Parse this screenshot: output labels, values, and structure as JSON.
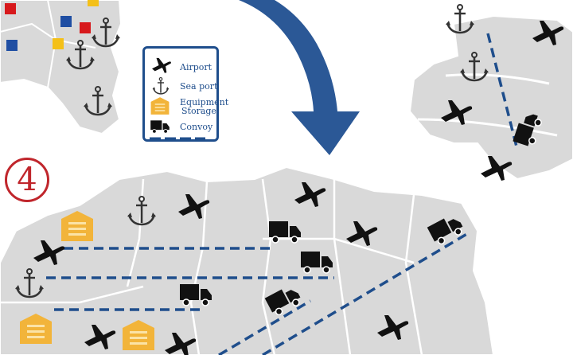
{
  "legend": {
    "items": [
      {
        "label": "Airport",
        "icon": "airplane-icon"
      },
      {
        "label": "Sea port",
        "icon": "anchor-icon"
      },
      {
        "label_line1": "Equipment",
        "label_line2": "Storage",
        "icon": "warehouse-icon"
      },
      {
        "label": "Convoy",
        "icon": "truck-icon"
      }
    ]
  },
  "step_marker": {
    "text": "4"
  },
  "colors": {
    "land": "#d9d9d9",
    "border": "#ffffff",
    "route": "#1f4e8c",
    "arrow": "#2b5896",
    "step": "#c0262c",
    "storage": "#f2b43a",
    "flag_red": "#d7191c",
    "flag_blue": "#1f4ea3",
    "flag_yellow": "#f4c018"
  }
}
